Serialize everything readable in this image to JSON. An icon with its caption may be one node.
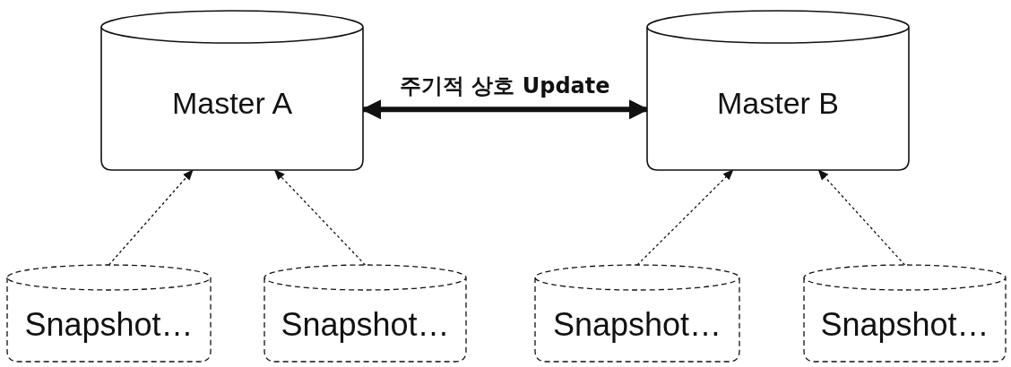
{
  "diagram": {
    "nodes": [
      {
        "text": [
          "Master A"
        ]
      },
      {
        "text": [
          "Master B"
        ]
      },
      {
        "text": [
          "Snapshot…"
        ]
      },
      {
        "text": [
          "Snapshot…"
        ]
      },
      {
        "text": [
          "Snapshot…"
        ]
      },
      {
        "text": [
          "Snapshot…"
        ]
      }
    ],
    "edges": [
      {
        "from": 0,
        "to": 1,
        "arrow": "both",
        "label": "주기적 상호 Update",
        "style": "thick"
      },
      {
        "from": 2,
        "to": 0,
        "arrow": "to",
        "style": "dashed"
      },
      {
        "from": 3,
        "to": 0,
        "arrow": "to",
        "style": "dashed"
      },
      {
        "from": 4,
        "to": 1,
        "arrow": "to",
        "style": "dashed"
      },
      {
        "from": 5,
        "to": 1,
        "arrow": "to",
        "style": "dashed"
      }
    ]
  }
}
